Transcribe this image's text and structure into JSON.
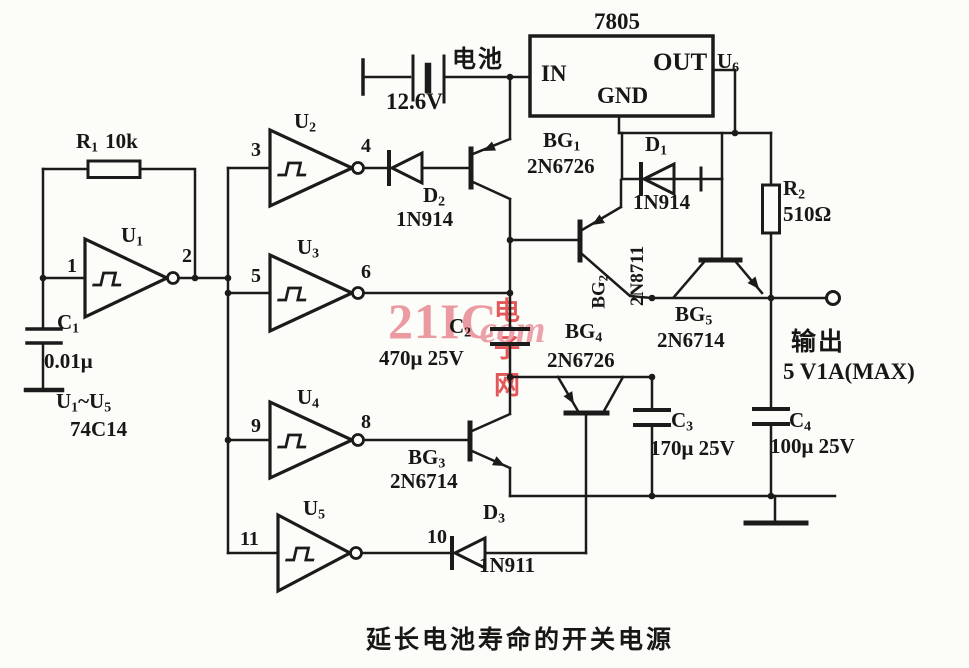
{
  "caption": "延长电池寿命的开关电源",
  "watermark": {
    "big": "21IC",
    "cjk": "电子网",
    "script": "com"
  },
  "regulator": {
    "part": "7805",
    "in": "IN",
    "gnd": "GND",
    "out": "OUT",
    "u6_main": "U",
    "u6_sub": "6"
  },
  "battery": {
    "name": "电池",
    "voltage": "12.6V"
  },
  "output": {
    "label": "输出",
    "rating": "5 V1A(MAX)"
  },
  "ic_note": {
    "range": "U",
    "range_sub1": "1",
    "tilde": "~",
    "range2": "U",
    "range_sub2": "5",
    "part": "74C14"
  },
  "pins": {
    "u1_in": "1",
    "u1_out": "2",
    "u2_in": "3",
    "u2_out": "4",
    "u3_in": "5",
    "u3_out": "6",
    "u4_in": "9",
    "u4_out": "8",
    "u5_in": "11",
    "u5_out": "10"
  },
  "refs": {
    "u1": {
      "m": "U",
      "s": "1"
    },
    "u2": {
      "m": "U",
      "s": "2"
    },
    "u3": {
      "m": "U",
      "s": "3"
    },
    "u4": {
      "m": "U",
      "s": "4"
    },
    "u5": {
      "m": "U",
      "s": "5"
    },
    "r1": {
      "m": "R",
      "s": "1",
      "v": "10k"
    },
    "r2": {
      "m": "R",
      "s": "2",
      "v": "510Ω"
    },
    "c1": {
      "m": "C",
      "s": "1",
      "v": "0.01μ"
    },
    "c2": {
      "m": "C",
      "s": "2",
      "v": "470μ 25V"
    },
    "c3": {
      "m": "C",
      "s": "3",
      "v": "170μ 25V"
    },
    "c4": {
      "m": "C",
      "s": "4",
      "v": "100μ 25V"
    },
    "d1": {
      "m": "D",
      "s": "1",
      "v": "1N914"
    },
    "d2": {
      "m": "D",
      "s": "2",
      "v": "1N914"
    },
    "d3": {
      "m": "D",
      "s": "3",
      "v": "1N911"
    },
    "bg1": {
      "m": "BG",
      "s": "1",
      "v": "2N6726"
    },
    "bg2": {
      "m": "BG",
      "s": "2",
      "v": "2N8711"
    },
    "bg3": {
      "m": "BG",
      "s": "3",
      "v": "2N6714"
    },
    "bg4": {
      "m": "BG",
      "s": "4",
      "v": "2N6726"
    },
    "bg5": {
      "m": "BG",
      "s": "5",
      "v": "2N6714"
    }
  },
  "colors": {
    "line": "#1b1b1b",
    "watermark_pink": "#ec9aa2",
    "watermark_red": "#e25858"
  }
}
